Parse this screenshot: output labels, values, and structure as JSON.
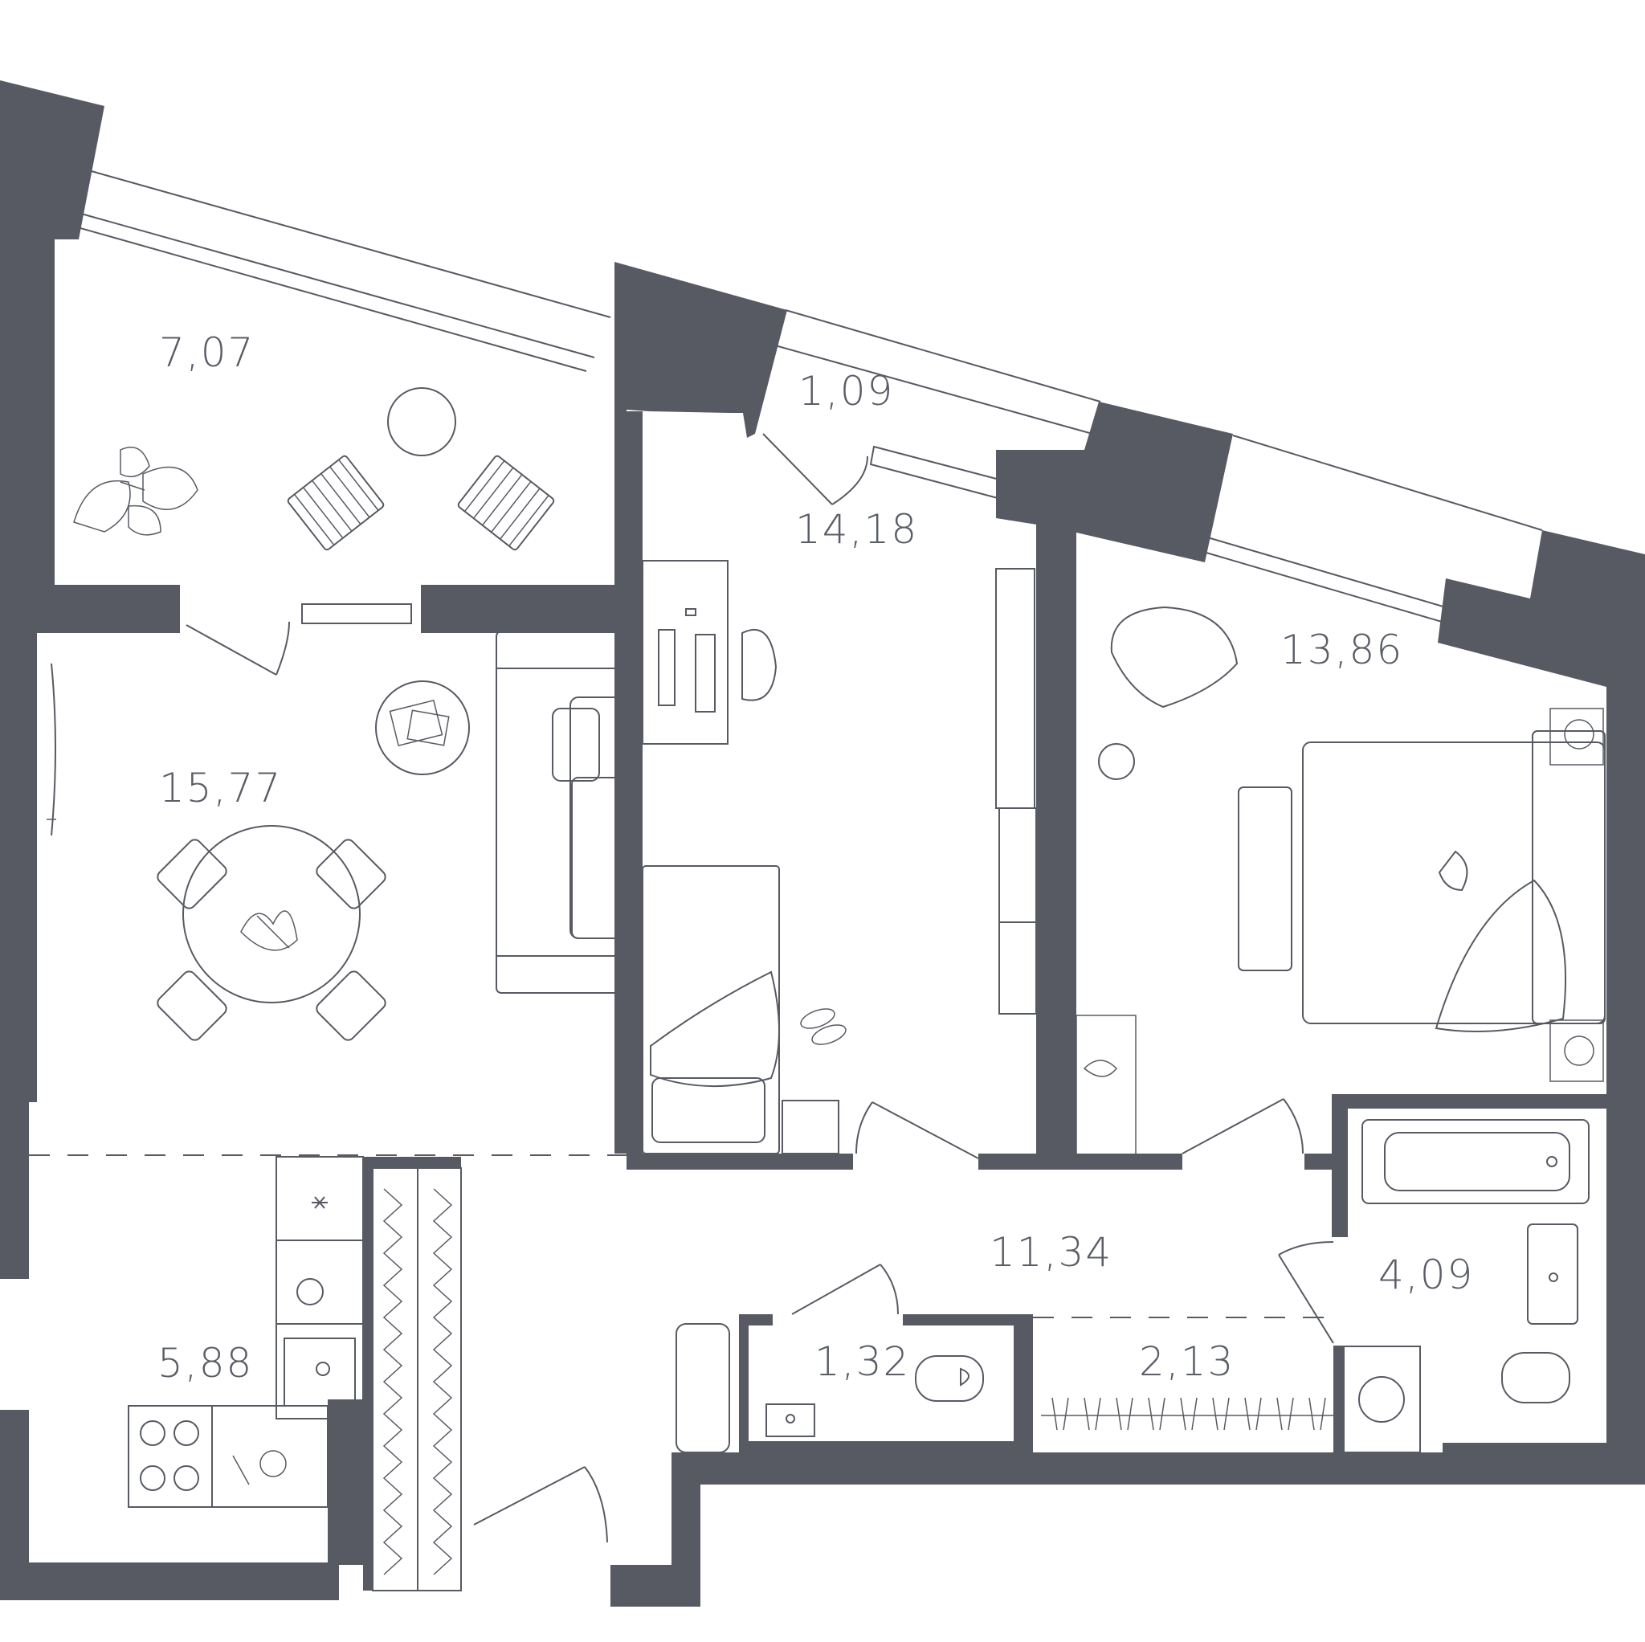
{
  "rooms": [
    {
      "id": "balcony",
      "area": "7,07"
    },
    {
      "id": "loggia-small",
      "area": "1,09"
    },
    {
      "id": "bedroom-study",
      "area": "14,18"
    },
    {
      "id": "bedroom-main",
      "area": "13,86"
    },
    {
      "id": "living-room",
      "area": "15,77"
    },
    {
      "id": "hallway",
      "area": "11,34"
    },
    {
      "id": "bathroom",
      "area": "4,09"
    },
    {
      "id": "kitchen",
      "area": "5,88"
    },
    {
      "id": "toilet",
      "area": "1,32"
    },
    {
      "id": "wardrobe",
      "area": "2,13"
    }
  ],
  "colors": {
    "wall": "#575a62",
    "line": "#575a62",
    "background": "#ffffff",
    "label": "#5a5d66"
  }
}
